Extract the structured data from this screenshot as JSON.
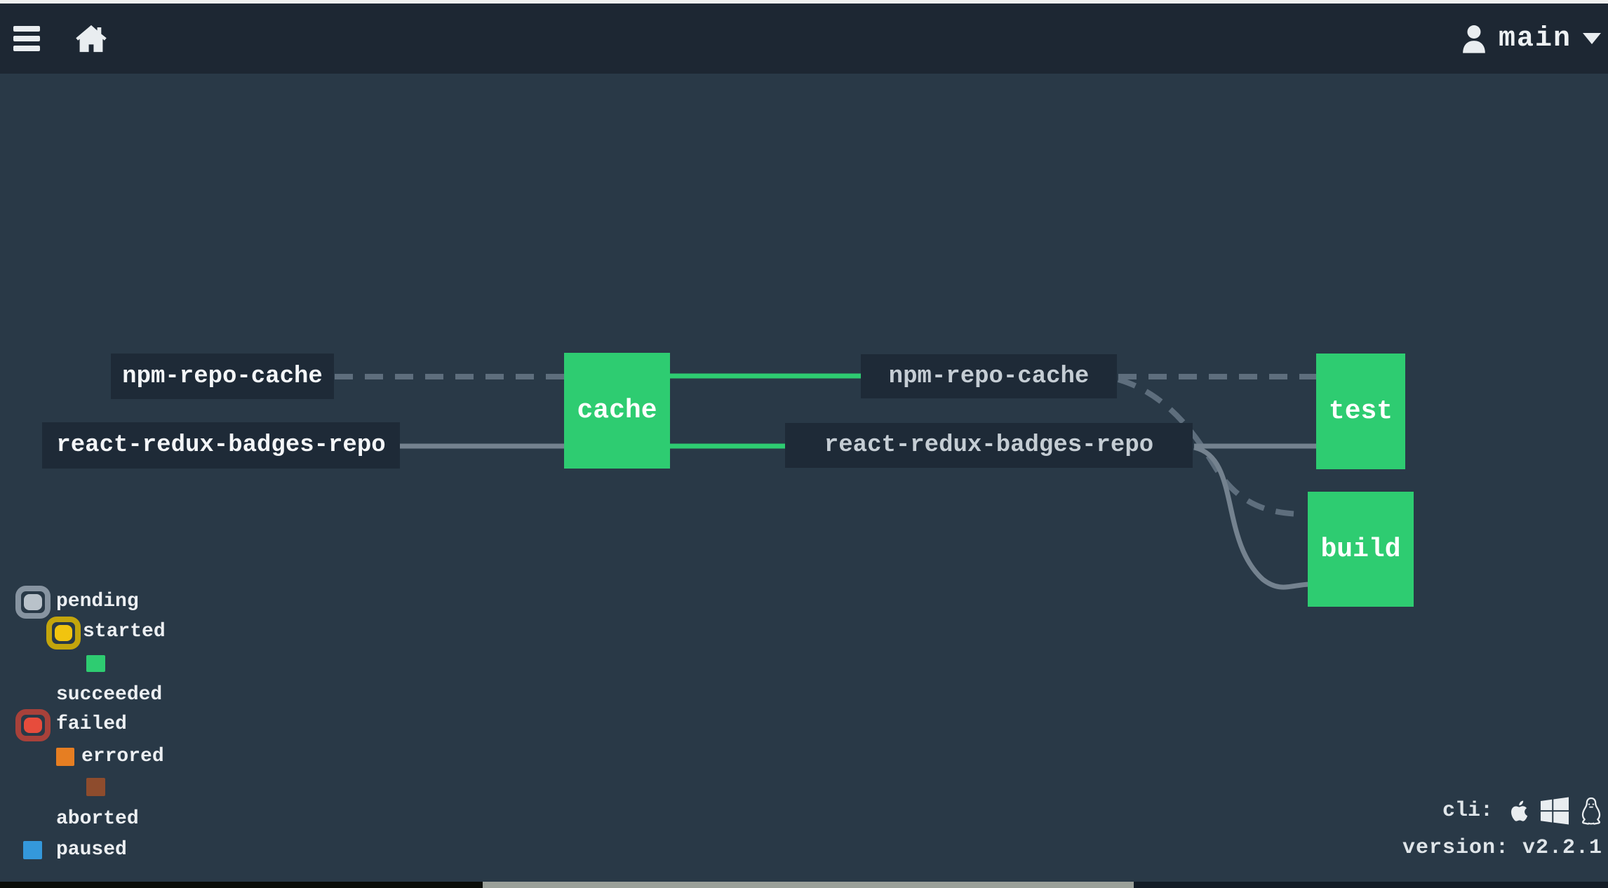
{
  "topbar": {
    "team_name": "main"
  },
  "graph": {
    "resource_npm_in": "npm-repo-cache",
    "resource_react_in": "react-redux-badges-repo",
    "job_cache": "cache",
    "resource_npm_out": "npm-repo-cache",
    "resource_react_out": "react-redux-badges-repo",
    "job_test": "test",
    "job_build": "build",
    "edge_styles": {
      "pending_edge": "dashed gray",
      "succeeded_edge": "solid green",
      "neutral_edge": "solid gray"
    }
  },
  "legend": {
    "items": [
      {
        "label": "pending",
        "color": "#b9c2ca"
      },
      {
        "label": "started",
        "color": "#f1c40f"
      },
      {
        "label": "succeeded",
        "color": "#2ecc71"
      },
      {
        "label": "failed",
        "color": "#e74c3c"
      },
      {
        "label": "errored",
        "color": "#e67e22"
      },
      {
        "label": "aborted",
        "color": "#8e4c2d"
      },
      {
        "label": "paused",
        "color": "#3498db"
      }
    ]
  },
  "footer": {
    "cli_label": "cli:",
    "cli_platforms": [
      "apple",
      "windows",
      "linux"
    ],
    "version_text": "version: v2.2.1"
  },
  "colors": {
    "background": "#293947",
    "topbar": "#1d2733",
    "label_background": "#1e2a37",
    "job_green": "#2ecc71",
    "dashed_edge": "#5e6e7d",
    "solid_edge": "#74828f"
  }
}
